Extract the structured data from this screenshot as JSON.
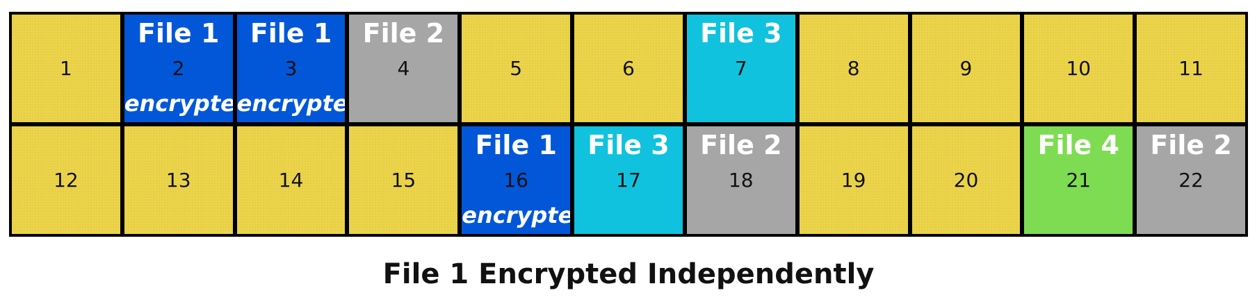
{
  "legend_colors": {
    "free": "#ecd44a",
    "File 1": "#0257d8",
    "File 2": "#a6a6a6",
    "File 3": "#10c2dd",
    "File 4": "#7edc52"
  },
  "blocks": [
    {
      "number": "1",
      "file": "",
      "encrypted_label": ""
    },
    {
      "number": "2",
      "file": "File 1",
      "encrypted_label": "encrypted"
    },
    {
      "number": "3",
      "file": "File 1",
      "encrypted_label": "encrypted"
    },
    {
      "number": "4",
      "file": "File 2",
      "encrypted_label": ""
    },
    {
      "number": "5",
      "file": "",
      "encrypted_label": ""
    },
    {
      "number": "6",
      "file": "",
      "encrypted_label": ""
    },
    {
      "number": "7",
      "file": "File 3",
      "encrypted_label": ""
    },
    {
      "number": "8",
      "file": "",
      "encrypted_label": ""
    },
    {
      "number": "9",
      "file": "",
      "encrypted_label": ""
    },
    {
      "number": "10",
      "file": "",
      "encrypted_label": ""
    },
    {
      "number": "11",
      "file": "",
      "encrypted_label": ""
    },
    {
      "number": "12",
      "file": "",
      "encrypted_label": ""
    },
    {
      "number": "13",
      "file": "",
      "encrypted_label": ""
    },
    {
      "number": "14",
      "file": "",
      "encrypted_label": ""
    },
    {
      "number": "15",
      "file": "",
      "encrypted_label": ""
    },
    {
      "number": "16",
      "file": "File 1",
      "encrypted_label": "encrypted"
    },
    {
      "number": "17",
      "file": "File 3",
      "encrypted_label": ""
    },
    {
      "number": "18",
      "file": "File 2",
      "encrypted_label": ""
    },
    {
      "number": "19",
      "file": "",
      "encrypted_label": ""
    },
    {
      "number": "20",
      "file": "",
      "encrypted_label": ""
    },
    {
      "number": "21",
      "file": "File 4",
      "encrypted_label": ""
    },
    {
      "number": "22",
      "file": "File 2",
      "encrypted_label": ""
    }
  ],
  "caption": "File 1 Encrypted Independently"
}
